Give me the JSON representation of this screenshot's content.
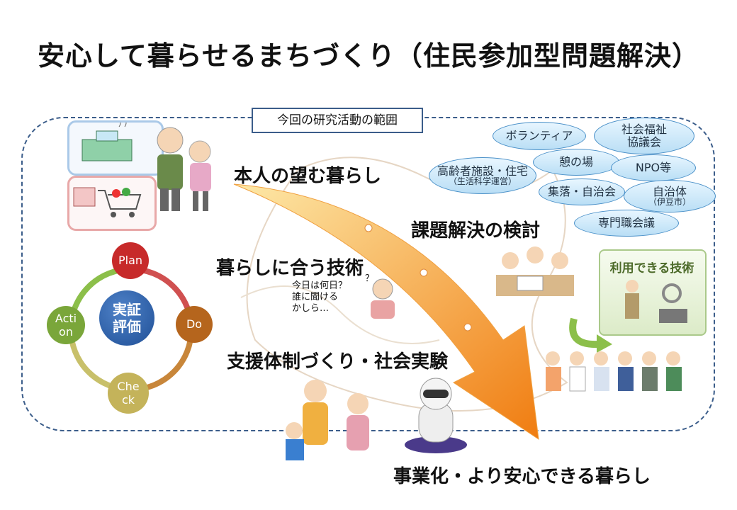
{
  "title": "安心して暮らせるまちづくり（住民参加型問題解決）",
  "scope_label": "今回の研究活動の範囲",
  "stages": {
    "wish": "本人の望む暮らし",
    "tech": "暮らしに合う技術",
    "support": "支援体制づくり・社会実験",
    "goal": "事業化・より安心できる暮らし",
    "review": "課題解決の検討"
  },
  "stakeholders": {
    "volunteer": "ボランティア",
    "welfare_council": "社会福祉\n協議会",
    "salon": "憩の場",
    "senior_facility": "高齢者施設・住宅",
    "senior_facility_sub": "（生活科学運営）",
    "npo": "NPO等",
    "community": "集落・自治会",
    "municipality": "自治体",
    "municipality_sub": "（伊豆市）",
    "professional": "専門職会議"
  },
  "pdca": {
    "center": "実証\n評価",
    "plan": "Plan",
    "do": "Do",
    "check": "Che\nck",
    "action": "Acti\non"
  },
  "tech_box_label": "利用できる技術",
  "question_text": "今日は何日？\n誰に聞ける\nかしら…",
  "question_mark": "？",
  "colors": {
    "arrow_start": "#fde9a8",
    "arrow_end": "#f07c10",
    "frame": "#3b5d8a"
  },
  "icons": [
    "elderly-couple-icon",
    "building-icon",
    "shopping-cart-icon",
    "confused-woman-icon",
    "meeting-icon",
    "robot-icon",
    "family-icon",
    "workers-icon",
    "tech-worker-icon",
    "cycle-arrow-icon"
  ]
}
